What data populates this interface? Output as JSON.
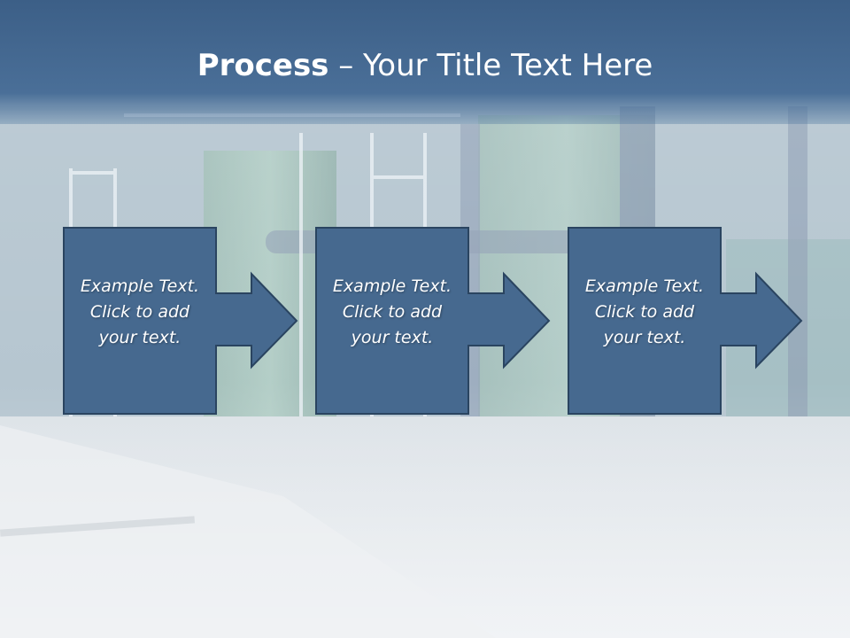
{
  "slide": {
    "title_bold": "Process",
    "title_rest": " – Your Title Text Here",
    "background_image": "industrial-plant-photo",
    "colors": {
      "title_bar": "#45698f",
      "box_fill": "#46698f",
      "box_stroke": "#2a4460"
    }
  },
  "steps": [
    {
      "text": "Example Text.\nClick  to add\nyour text."
    },
    {
      "text": "Example Text.\nClick  to add\nyour text."
    },
    {
      "text": "Example Text.\nClick  to add\nyour text."
    }
  ]
}
